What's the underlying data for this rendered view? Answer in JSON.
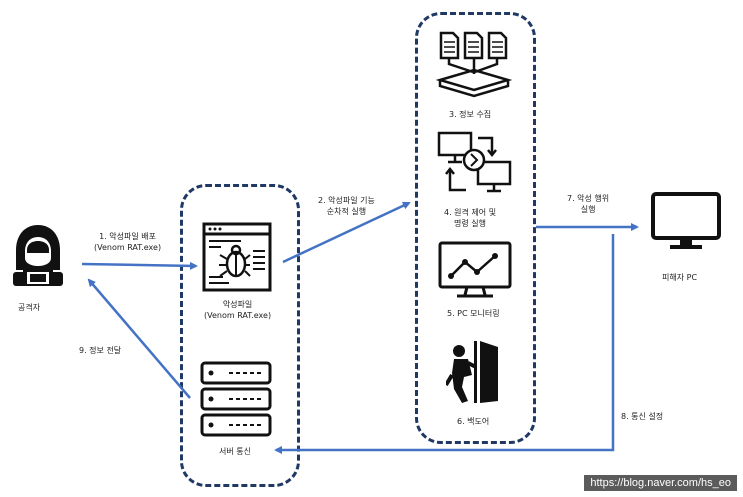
{
  "nodes": {
    "attacker": "공격자",
    "malware_line1": "악성파일",
    "malware_line2": "(Venom RAT.exe)",
    "server": "서버 통신",
    "collect": "3. 정보 수집",
    "remote_line1": "4. 원격 제어 및",
    "remote_line2": "명령 실행",
    "monitor": "5. PC 모니터링",
    "backdoor": "6. 백도어",
    "victim": "피해자 PC"
  },
  "edges": {
    "e1_line1": "1. 악성파일 배포",
    "e1_line2": "(Venom RAT.exe)",
    "e2_line1": "2. 악성파일 기능",
    "e2_line2": "순차적 실행",
    "e7_line1": "7. 악성 행위",
    "e7_line2": "실행",
    "e8": "8. 통신 설정",
    "e9": "9. 정보 전달"
  },
  "watermark": "https://blog.naver.com/hs_eo",
  "colors": {
    "arrow": "#4472c4",
    "box_border": "#1f3864",
    "icon": "#111111"
  }
}
